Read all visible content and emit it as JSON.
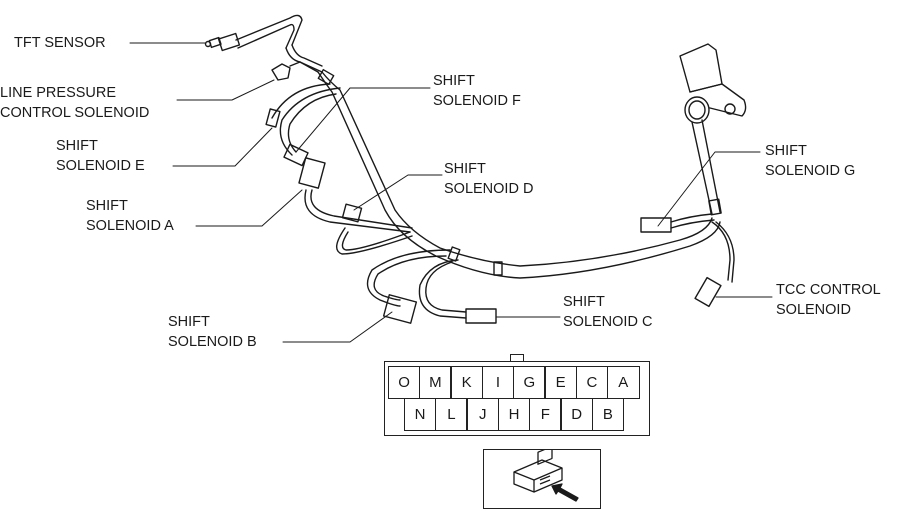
{
  "diagram": {
    "callouts": {
      "tft_sensor": "TFT SENSOR",
      "line_pressure_1": "LINE PRESSURE",
      "line_pressure_2": "CONTROL SOLENOID",
      "shift_e_1": "SHIFT",
      "shift_e_2": "SOLENOID E",
      "shift_a_1": "SHIFT",
      "shift_a_2": "SOLENOID A",
      "shift_f_1": "SHIFT",
      "shift_f_2": "SOLENOID F",
      "shift_d_1": "SHIFT",
      "shift_d_2": "SOLENOID D",
      "shift_g_1": "SHIFT",
      "shift_g_2": "SOLENOID G",
      "tcc_1": "TCC CONTROL",
      "tcc_2": "SOLENOID",
      "shift_b_1": "SHIFT",
      "shift_b_2": "SOLENOID B",
      "shift_c_1": "SHIFT",
      "shift_c_2": "SOLENOID C"
    },
    "connector": {
      "top_row": [
        "O",
        "M",
        "K",
        "I",
        "G",
        "E",
        "C",
        "A"
      ],
      "bottom_row": [
        "N",
        "L",
        "J",
        "H",
        "F",
        "D",
        "B"
      ]
    },
    "icons": [
      "harness-connector-view-icon",
      "arrow-icon"
    ],
    "line_color": "#1a1a1a"
  }
}
